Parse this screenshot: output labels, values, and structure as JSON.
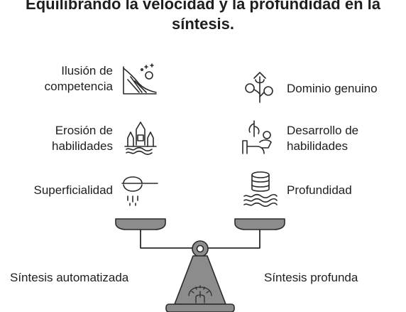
{
  "title_line1": "Equilibrando la velocidad y la profundidad en la",
  "title_line2": "síntesis.",
  "left": {
    "item1_line1": "Ilusión de",
    "item1_line2": "competencia",
    "item2_line1": "Erosión de",
    "item2_line2": "habilidades",
    "item3": "Superficialidad",
    "base_label": "Síntesis automatizada"
  },
  "right": {
    "item1": "Dominio genuino",
    "item2_line1": "Desarrollo de",
    "item2_line2": "habilidades",
    "item3": "Profundidad",
    "base_label": "Síntesis profunda"
  },
  "icons": [
    "illusion-slope-icon",
    "eroding-castle-icon",
    "sieve-icon",
    "plant-growth-icon",
    "hand-plant-icon",
    "deep-water-stack-icon",
    "speedometer-icon"
  ],
  "colors": {
    "scale_fill": "#8c8c8c",
    "scale_stroke": "#2a2a2a",
    "text": "#1e1e1e"
  }
}
